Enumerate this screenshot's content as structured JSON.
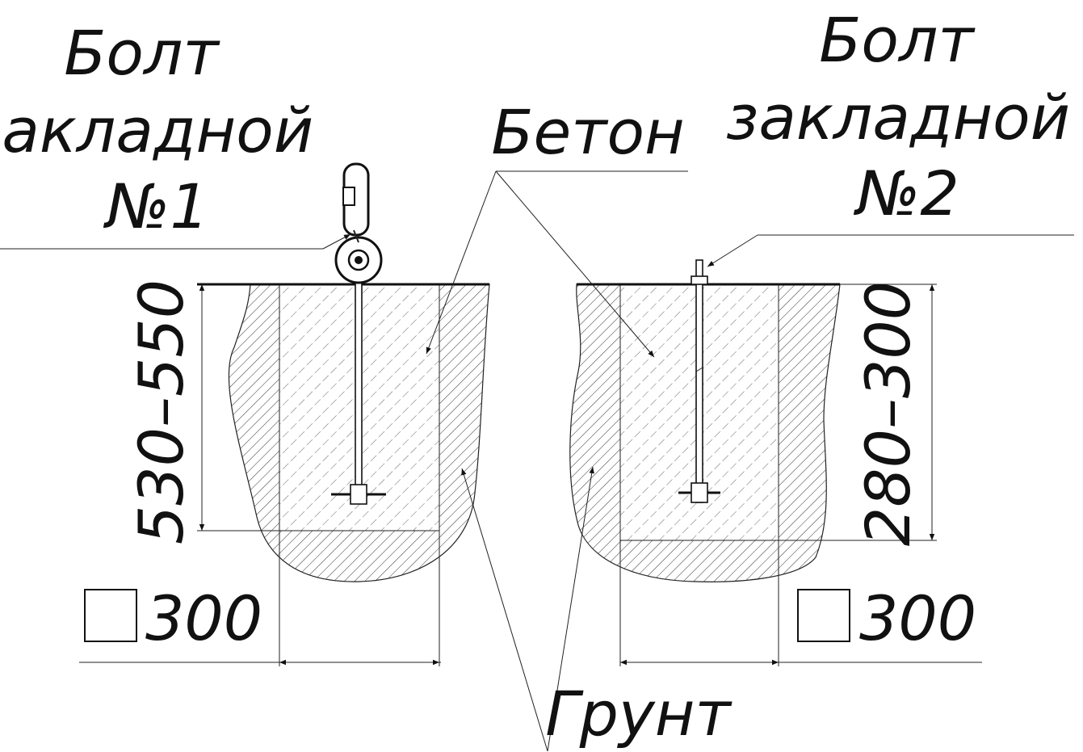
{
  "labels": {
    "bolt1": [
      "Болт",
      "закладной",
      "№1"
    ],
    "bolt2": [
      "Болт",
      "закладной",
      "№2"
    ],
    "concrete": "Бетон",
    "soil": "Грунт",
    "depth1": "530–550",
    "depth2": "280–300",
    "width1": "300",
    "width2": "300"
  },
  "colors": {
    "ink": "#111111",
    "paper": "#ffffff"
  }
}
